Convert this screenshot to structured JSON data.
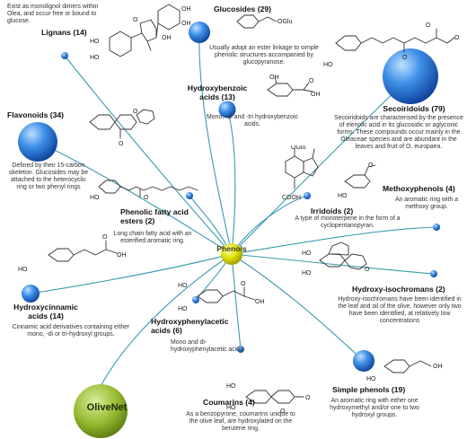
{
  "center": {
    "label": "Phenols"
  },
  "logo": {
    "label": "OliveNet"
  },
  "categories": [
    {
      "id": "lignans",
      "label": "Lignans (14)",
      "description": "Exist as monolignol dimers within Olea, and occur free or bound to glucose."
    },
    {
      "id": "glucosides",
      "label": "Glucosides (29)",
      "description": "Usually adopt an ester linkage to simple phenolic structures accompanied by glucopyranose."
    },
    {
      "id": "hydroxybenzoic",
      "label": "Hydroxybenzoic acids (13)",
      "description": "Mono, -di and -tri hydroxybenzoic acids."
    },
    {
      "id": "secoiridoids",
      "label": "Secoiridoids (79)",
      "description": "Secoiridoids are characterised by the presence of elenolic acid in its glucosidic or aglyconic forms. These compounds occur mainly in the Oleaceae species and are abundant in the leaves and fruit of O. europaea."
    },
    {
      "id": "flavonoids",
      "label": "Flavonoids (34)",
      "description": "Defined by their 15-carbon skeleton. Glucosides may be attached to the heterocyclic ring or two phenyl rings"
    },
    {
      "id": "phenolic_fatty",
      "label": "Phenolic fatty acid esters (2)",
      "description": "Long chain fatty acid with an esterified aromatic ring."
    },
    {
      "id": "irridoids",
      "label": "Irridoids (2)",
      "description": "A type of monoterpene in the form of a cyclopentanopyran."
    },
    {
      "id": "methoxyphenols",
      "label": "Methoxyphenols (4)",
      "description": "An aromatic ring with a methoxy group."
    },
    {
      "id": "hydroxycinnamic",
      "label": "Hydroxycinnamic acids (14)",
      "description": "Cinnamic acid derivatives containing either mono, -di or tri-hydroxyl groups."
    },
    {
      "id": "hydroxy_isochromans",
      "label": "Hydroxy-isochromans (2)",
      "description": "Hydroxy-isochromans have been identified in the leaf and oil of the olive, however only two have been identified, at relatively low concentrations"
    },
    {
      "id": "hydroxyphenylacetic",
      "label": "Hydroxyphenylacetic acids (6)",
      "description": "Mono and di-hydroxyphenylacetic acids."
    },
    {
      "id": "coumarins",
      "label": "Coumarins (4)",
      "description": "As a benzopyrone, coumarins unique to the olive leaf, are hydroxylated on the benzene ring."
    },
    {
      "id": "simple_phenols",
      "label": "Simple phenols (19)",
      "description": "An aromatic ring with either one hydroxymethyl and/or one to two hydroxyl groups."
    }
  ],
  "atoms": {
    "oh": "OH",
    "ho": "HO",
    "o": "O",
    "oglu": "OGlu",
    "cooh": "COOH",
    "oh_eq": "=O"
  },
  "colors": {
    "center": "#d4d400",
    "node": "#1f6fd1",
    "link": "#3b9bb0",
    "logo": "#8fb52a"
  }
}
